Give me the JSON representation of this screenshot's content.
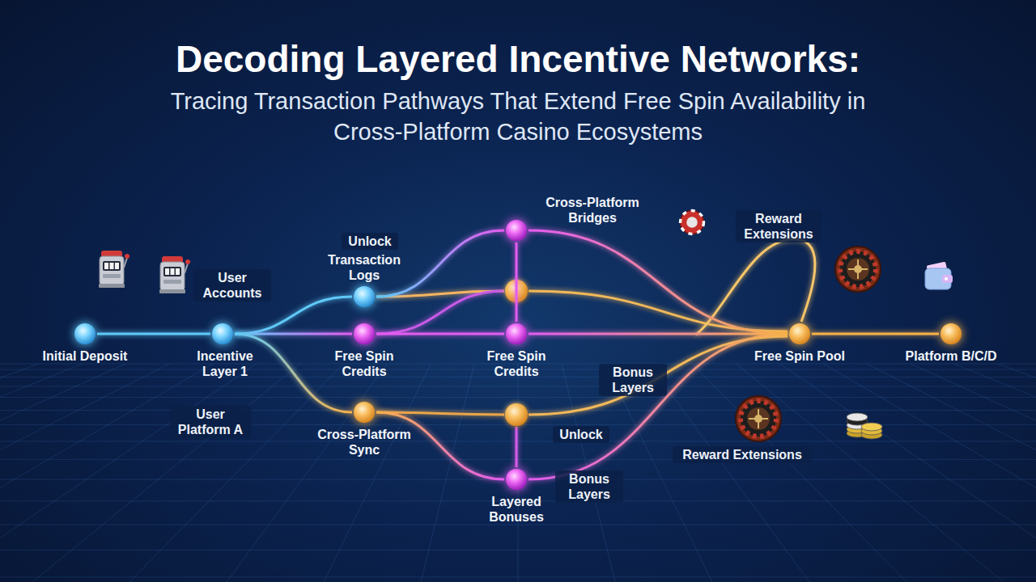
{
  "diagram": {
    "title": "Decoding Layered Incentive Networks:",
    "caption": "Tracing Transaction Pathways That Extend Free Spin Availability in Cross-Platform Casino Ecosystems",
    "nodes": [
      {
        "text": [
          "Initial Deposit"
        ]
      },
      {
        "text": [
          "Incentive Layer 1"
        ]
      },
      {
        "text": [
          "Transaction Logs"
        ]
      },
      {
        "text": [
          "Free Spin Credits"
        ]
      },
      {
        "text": [
          "Cross-Platform Sync"
        ]
      },
      {
        "text": [
          "Cross-Platform Bridges"
        ]
      },
      {
        "text": [
          "Free Spin Credits"
        ]
      },
      {
        "text": [
          "Layered Bonuses"
        ]
      },
      {
        "text": [
          "Free Spin Pool"
        ]
      },
      {
        "text": [
          "Platform B/C/D"
        ]
      }
    ],
    "edges": [
      {
        "from": 0,
        "to": 1,
        "arrow": "none"
      },
      {
        "from": 1,
        "to": 2,
        "arrow": "none"
      },
      {
        "from": 1,
        "to": 3,
        "arrow": "none"
      },
      {
        "from": 1,
        "to": 4,
        "arrow": "none"
      },
      {
        "from": 2,
        "to": 5,
        "arrow": "none"
      },
      {
        "from": 3,
        "to": 6,
        "arrow": "none"
      },
      {
        "from": 4,
        "to": 7,
        "arrow": "none"
      },
      {
        "from": 5,
        "to": 6,
        "arrow": "none"
      },
      {
        "from": 5,
        "to": 8,
        "arrow": "none"
      },
      {
        "from": 6,
        "to": 8,
        "arrow": "none"
      },
      {
        "from": 7,
        "to": 8,
        "arrow": "none"
      },
      {
        "from": 8,
        "to": 9,
        "arrow": "none"
      }
    ],
    "labels": [
      "User Accounts",
      "Unlock",
      "User Platform A",
      "Reward Extensions",
      "Bonus Layers",
      "Unlock",
      "Bonus Layers",
      "Reward Extensions"
    ]
  }
}
